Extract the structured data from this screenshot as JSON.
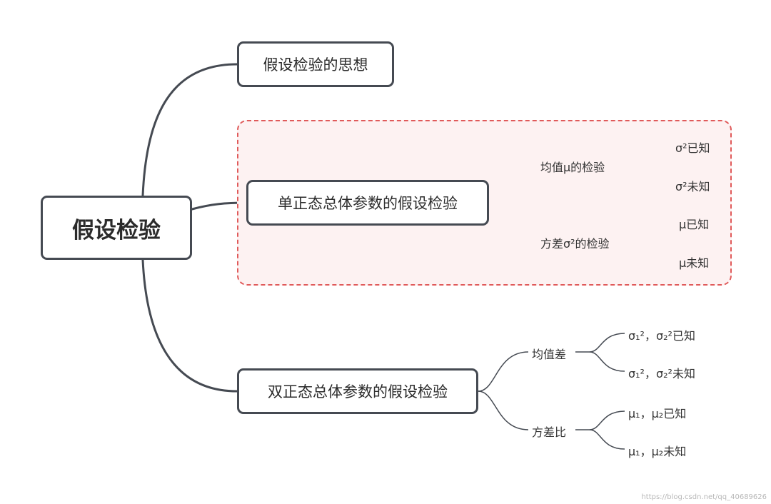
{
  "root": {
    "label": "假设检验"
  },
  "branches": [
    {
      "label": "假设检验的思想"
    },
    {
      "label": "单正态总体参数的假设检验",
      "children": [
        {
          "label": "均值μ的检验",
          "leaves": [
            "σ²已知",
            "σ²未知"
          ]
        },
        {
          "label": "方差σ²的检验",
          "leaves": [
            "μ已知",
            "μ未知"
          ]
        }
      ]
    },
    {
      "label": "双正态总体参数的假设检验",
      "children": [
        {
          "label": "均值差",
          "leaves": [
            "σ₁²，σ₂²已知",
            "σ₁²，σ₂²未知"
          ]
        },
        {
          "label": "方差比",
          "leaves": [
            "μ₁，μ₂已知",
            "μ₁，μ₂未知"
          ]
        }
      ]
    }
  ],
  "watermark": "https://blog.csdn.net/qq_40689626",
  "colors": {
    "line": "#454a52",
    "highlight_border": "#e05a5a",
    "highlight_fill": "#fdf2f2"
  }
}
